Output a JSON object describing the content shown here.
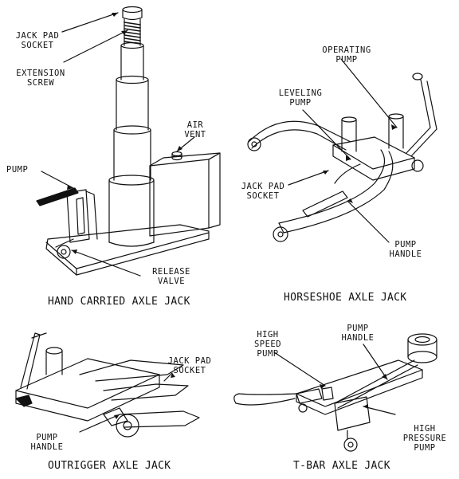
{
  "figure": {
    "hand_carried": {
      "caption": "HAND CARRIED AXLE JACK",
      "labels": {
        "jack_pad_socket": "JACK PAD\nSOCKET",
        "extension_screw": "EXTENSION\nSCREW",
        "air_vent": "AIR\nVENT",
        "pump": "PUMP",
        "release_valve": "RELEASE\nVALVE"
      }
    },
    "horseshoe": {
      "caption": "HORSESHOE AXLE JACK",
      "labels": {
        "operating_pump": "OPERATING\nPUMP",
        "leveling_pump": "LEVELING\nPUMP",
        "jack_pad_socket": "JACK PAD\nSOCKET",
        "pump_handle": "PUMP\nHANDLE"
      }
    },
    "outrigger": {
      "caption": "OUTRIGGER AXLE JACK",
      "labels": {
        "jack_pad_socket": "JACK PAD\nSOCKET",
        "pump_handle": "PUMP\nHANDLE"
      }
    },
    "tbar": {
      "caption": "T-BAR AXLE JACK",
      "labels": {
        "high_speed_pump": "HIGH\nSPEED\nPUMP",
        "pump_handle": "PUMP\nHANDLE",
        "high_pressure_pump": "HIGH\nPRESSURE\nPUMP"
      }
    }
  },
  "colors": {
    "ink": "#111111",
    "background": "#ffffff"
  }
}
